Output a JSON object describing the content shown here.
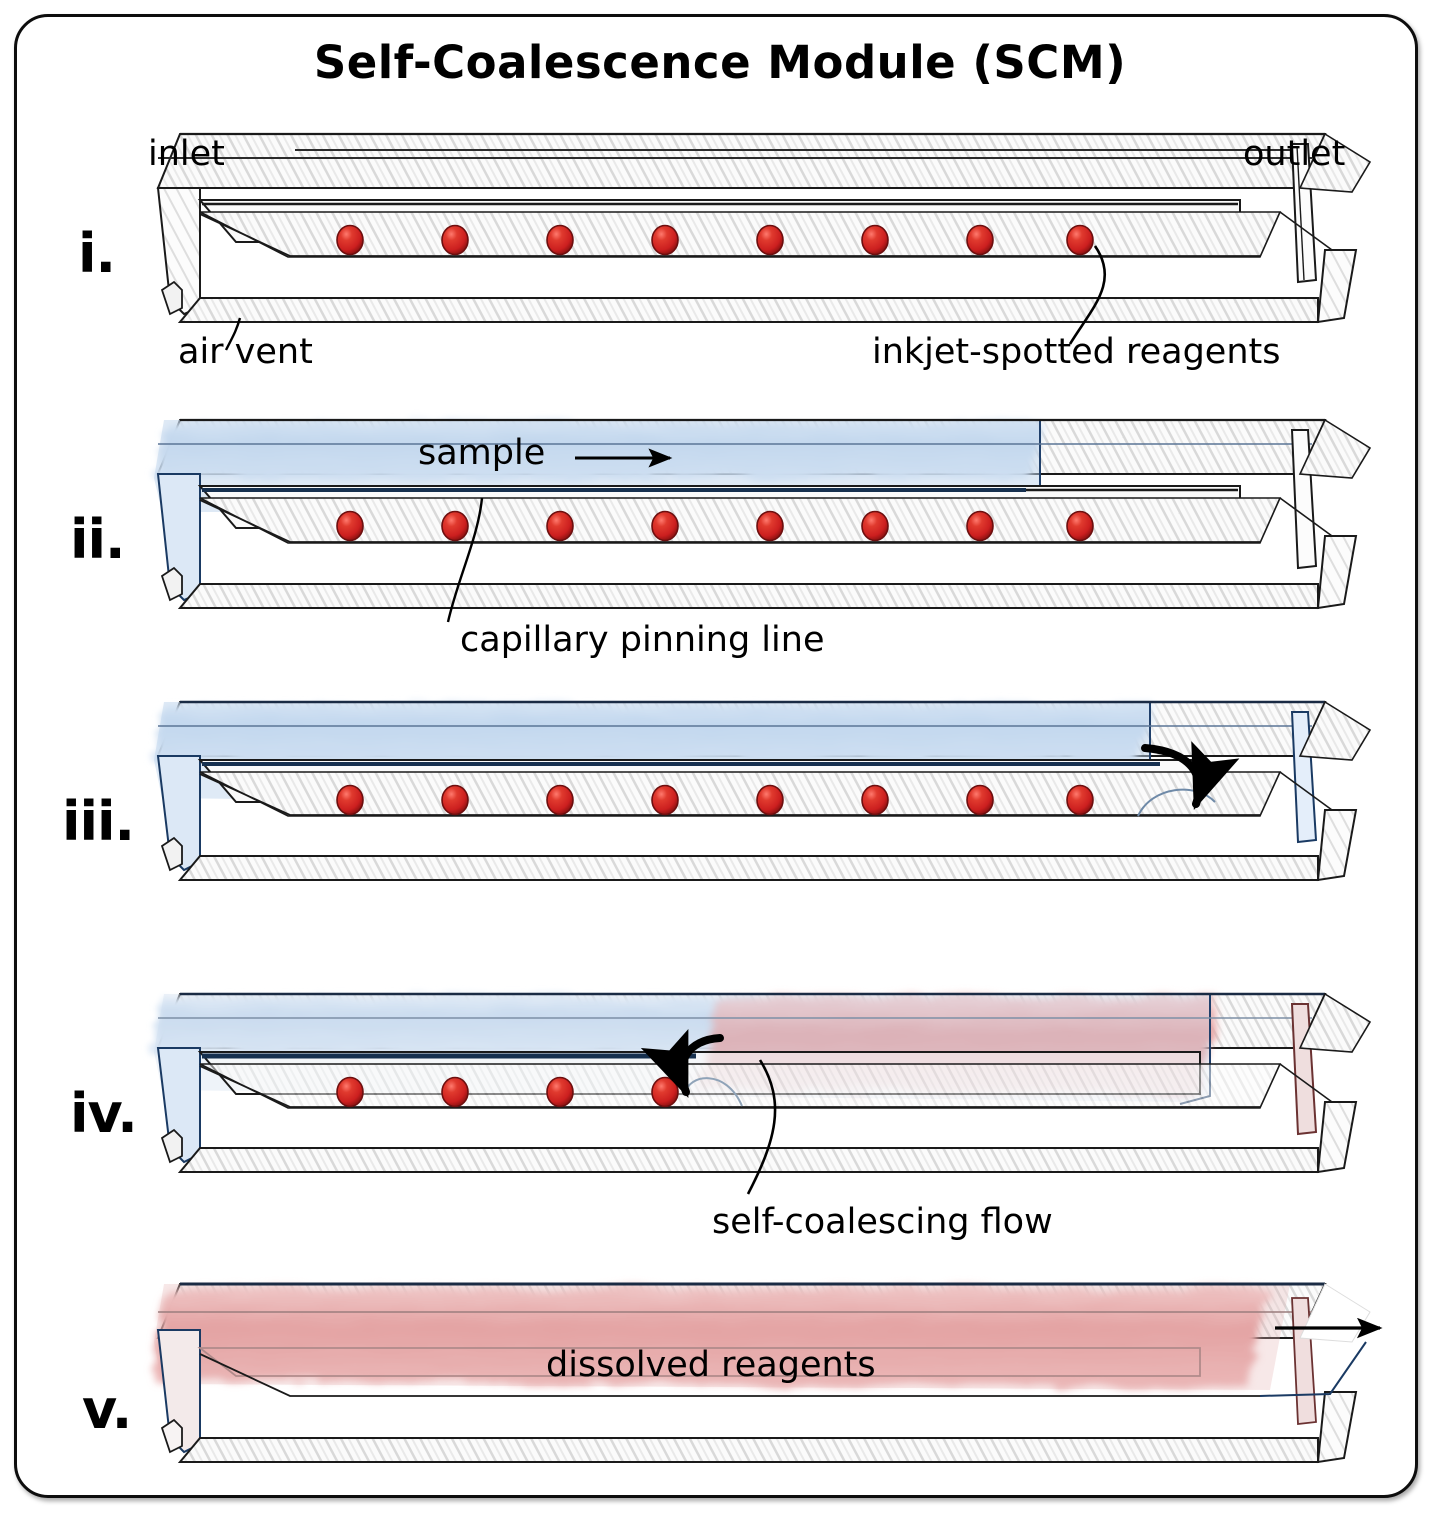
{
  "figure": {
    "title": "Self-Coalescence Module (SCM)",
    "type": "schematic-sequence",
    "panel_count": 5
  },
  "colors": {
    "outline": "#1a1a1a",
    "reagent_spot": "#d42b2b",
    "reagent_spot_dark": "#8c1414",
    "sample_blue": "#c3d7ee",
    "dissolved_red": "#e7a6a6",
    "hatch": "#d8d8d8",
    "frame": "#0d0d0d",
    "background": "#ffffff"
  },
  "panels": [
    {
      "numeral": "i.",
      "state": "dry device with inkjet-spotted reagents",
      "spot_count": 8,
      "fill": "none",
      "labels": [
        {
          "name": "inlet",
          "text": "inlet"
        },
        {
          "name": "outlet",
          "text": "outlet"
        },
        {
          "name": "air-vent",
          "text": "air vent"
        },
        {
          "name": "inkjet-spotted-reagents",
          "text": "inkjet-spotted reagents"
        }
      ]
    },
    {
      "numeral": "ii.",
      "state": "sample filling the upper channel, pinned at the capillary line",
      "spot_count": 8,
      "fill": "sample",
      "fill_fraction": 0.78,
      "labels": [
        {
          "name": "sample",
          "text": "sample"
        },
        {
          "name": "capillary-pinning-line",
          "text": "capillary pinning line"
        }
      ]
    },
    {
      "numeral": "iii.",
      "state": "sample reaches end of pinning line and turns into the reagent chamber",
      "spot_count": 8,
      "fill": "sample",
      "fill_fraction": 1.0,
      "labels": []
    },
    {
      "numeral": "iv.",
      "state": "self-coalescing flow sweeps backwards dissolving the spots",
      "spot_count": 4,
      "fill": "sample+dissolved",
      "fill_fraction": 1.0,
      "dissolved_front": 0.52,
      "labels": [
        {
          "name": "self-coalescing-flow",
          "text": "self-coalescing flow"
        }
      ]
    },
    {
      "numeral": "v.",
      "state": "all reagents dissolved, homogeneous mixture exits the outlet",
      "spot_count": 0,
      "fill": "dissolved",
      "fill_fraction": 1.0,
      "labels": [
        {
          "name": "dissolved-reagents",
          "text": "dissolved reagents"
        }
      ]
    }
  ],
  "annotations": {
    "inlet": "inlet",
    "outlet": "outlet",
    "air_vent": "air vent",
    "inkjet_spotted_reagents": "inkjet-spotted reagents",
    "sample": "sample",
    "capillary_pinning_line": "capillary pinning line",
    "self_coalescing_flow": "self-coalescing flow",
    "dissolved_reagents": "dissolved reagents"
  },
  "numerals": [
    "i.",
    "ii.",
    "iii.",
    "iv.",
    "v."
  ]
}
